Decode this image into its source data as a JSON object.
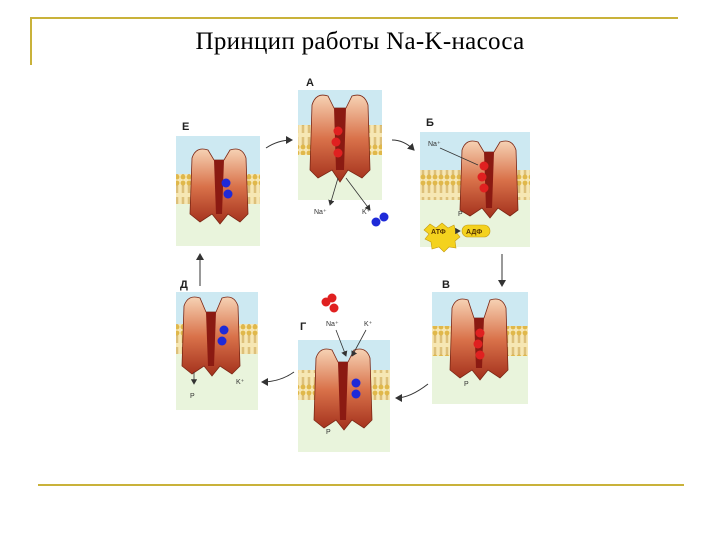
{
  "title": "Принцип работы Na-K-насоса",
  "colors": {
    "frame": "#c9b23a",
    "membrane_bg": "#e9f4dc",
    "membrane_band": "#f0d895",
    "sky": "#cde9f2",
    "protein_light": "#f2c8a4",
    "protein_dark": "#b5442a",
    "channel": "#8b1a12",
    "sodium_ion": "#e02020",
    "potassium_ion": "#1e2ad8",
    "atp_badge": "#f4d21e"
  },
  "panels": [
    {
      "id": "A",
      "label": "А",
      "ions_label_na": "Na⁺",
      "ions_label_k": "K⁺"
    },
    {
      "id": "B",
      "label": "Б",
      "ions_label_na": "Na⁺",
      "p_label": "P",
      "atp": "АТФ",
      "adp": "АДФ"
    },
    {
      "id": "V",
      "label": "В",
      "p_label": "P"
    },
    {
      "id": "G",
      "label": "Г",
      "ions_label_na": "Na⁺",
      "ions_label_k": "K⁺",
      "p_label": "P"
    },
    {
      "id": "D",
      "label": "Д",
      "ions_label_k": "K⁺",
      "p_label": "P"
    },
    {
      "id": "E",
      "label": "Е"
    }
  ]
}
